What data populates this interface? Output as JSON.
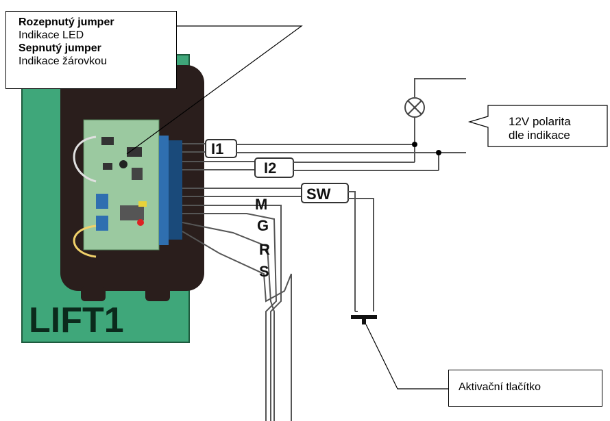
{
  "jumper_callout": {
    "line1": "Rozepnutý  jumper",
    "line2": "Indikace LED",
    "line3": "Sepnutý jumper",
    "line4": "Indikace žárovkou"
  },
  "polarity_callout": {
    "line1": "12V polarita",
    "line2": "dle indikace"
  },
  "button_callout": {
    "label": "Aktivační tlačítko"
  },
  "terminals": {
    "i1": "I1",
    "i2": "I2",
    "sw": "SW"
  },
  "wires": {
    "m": "M",
    "g": "G",
    "r": "R",
    "s": "S"
  },
  "module": {
    "label": "LIFT1"
  },
  "colors": {
    "board_green": "#3fa77a",
    "housing": "#2a1e1c",
    "pcb": "#9bc9a0",
    "terminal_blue": "#2f6fb0",
    "wire": "#555555"
  }
}
